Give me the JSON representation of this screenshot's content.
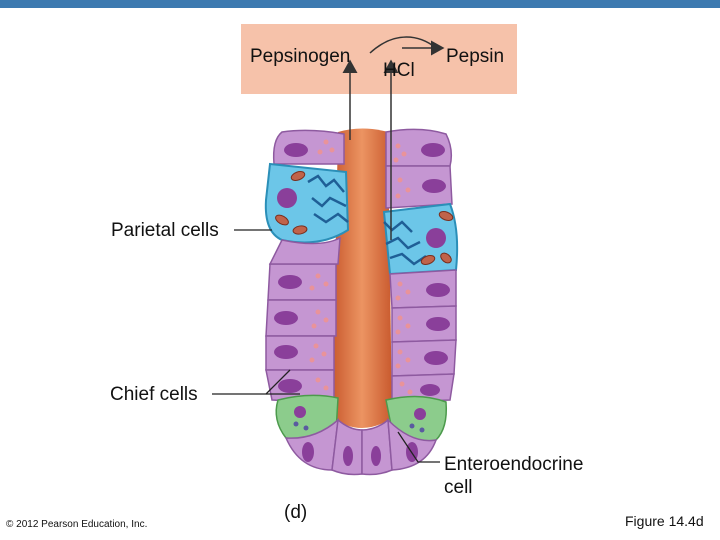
{
  "header": {
    "bar_color": "#3d7ab0"
  },
  "reaction": {
    "reactant": "Pepsinogen",
    "catalyst": "HCl",
    "product": "Pepsin",
    "box_color": "#f6c2aa"
  },
  "labels": {
    "parietal": "Parietal cells",
    "chief": "Chief cells",
    "entero_line1": "Enteroendocrine",
    "entero_line2": "cell",
    "panel": "(d)"
  },
  "footer": {
    "copyright": "© 2012 Pearson Education, Inc.",
    "figure": "Figure 14.4d"
  },
  "colors": {
    "chief_cell": "#c596d2",
    "parietal_cell": "#6cc6e8",
    "enteroendocrine_cell": "#8ccc8c",
    "lumen": "#e07a4a",
    "nucleus": "#8a3f9a",
    "granule": "#e9939a"
  }
}
